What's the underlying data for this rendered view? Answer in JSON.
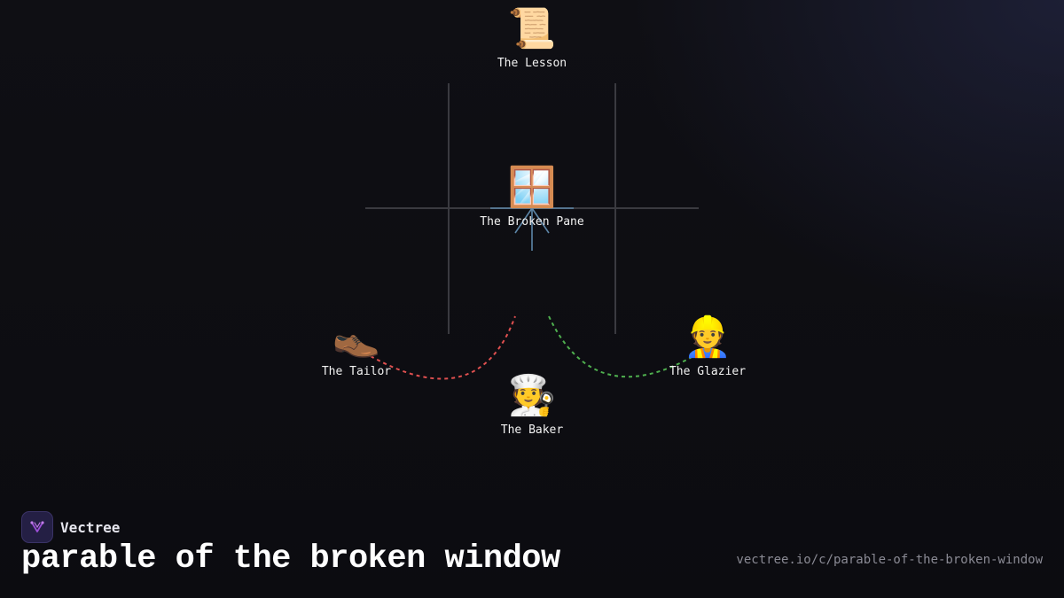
{
  "nodes": {
    "lesson": {
      "icon": "scroll-icon",
      "emoji": "📜",
      "label": "The Lesson"
    },
    "pane": {
      "icon": "window-icon",
      "emoji": "🪟",
      "label": "The Broken Pane"
    },
    "tailor": {
      "icon": "shoe-icon",
      "emoji": "👞",
      "label": "The Tailor"
    },
    "baker": {
      "icon": "baker-icon",
      "emoji": "🧑‍🍳",
      "label": "The Baker"
    },
    "glazier": {
      "icon": "construction-worker-icon",
      "emoji": "👷",
      "label": "The Glazier"
    }
  },
  "colors": {
    "frame_line": "#3a3a40",
    "crack": "#5d86a8",
    "tailor_arc": "#e05050",
    "glazier_arc": "#4fb04f",
    "brand_accent": "#9b4fd6"
  },
  "brand": {
    "name": "Vectree",
    "icon": "vectree-logo-icon"
  },
  "title": "parable of the broken window",
  "url": "vectree.io/c/parable-of-the-broken-window"
}
